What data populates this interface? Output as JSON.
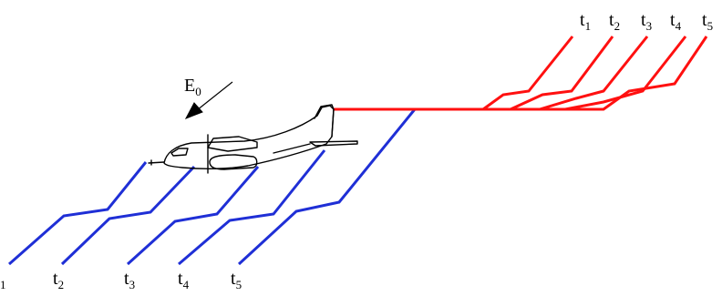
{
  "field": {
    "symbol": "E",
    "subscript": "0"
  },
  "time_labels_top": [
    {
      "base": "t",
      "sub": "1"
    },
    {
      "base": "t",
      "sub": "2"
    },
    {
      "base": "t",
      "sub": "3"
    },
    {
      "base": "t",
      "sub": "4"
    },
    {
      "base": "t",
      "sub": "5"
    }
  ],
  "time_labels_bottom": [
    {
      "base": "",
      "sub": "1"
    },
    {
      "base": "t",
      "sub": "2"
    },
    {
      "base": "t",
      "sub": "3"
    },
    {
      "base": "t",
      "sub": "4"
    },
    {
      "base": "t",
      "sub": "5"
    }
  ],
  "colors": {
    "blue_paths": "#1f2fd6",
    "red_paths": "#ff1010",
    "aircraft_outline": "#000000",
    "arrow": "#000000"
  }
}
